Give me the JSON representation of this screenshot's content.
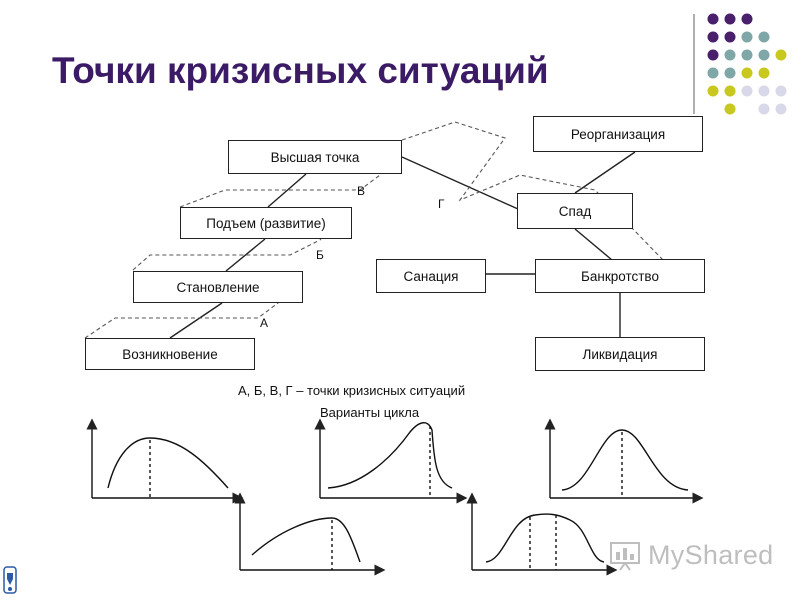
{
  "slide": {
    "title": "Точки кризисных ситуаций",
    "accent_colors": [
      "#4a1f6b",
      "#7fa7a8",
      "#c8c81e",
      "#d8d8e8"
    ]
  },
  "diagram": {
    "boxes": {
      "vozniknovenie": "Возникновение",
      "stanovlenie": "Становление",
      "podem": "Подъем (развитие)",
      "vysshaya": "Высшая точка",
      "spad": "Спад",
      "reorganizaciya": "Реорганизация",
      "sanaciya": "Санация",
      "bankrotstvo": "Банкротство",
      "likvidaciya": "Ликвидация"
    },
    "points": {
      "a": "А",
      "b": "Б",
      "v": "В",
      "g": "Г"
    },
    "legend": "А, Б, В, Г – точки кризисных ситуаций",
    "cycles_title": "Варианты цикла"
  },
  "watermark": {
    "text": "MyShared"
  }
}
